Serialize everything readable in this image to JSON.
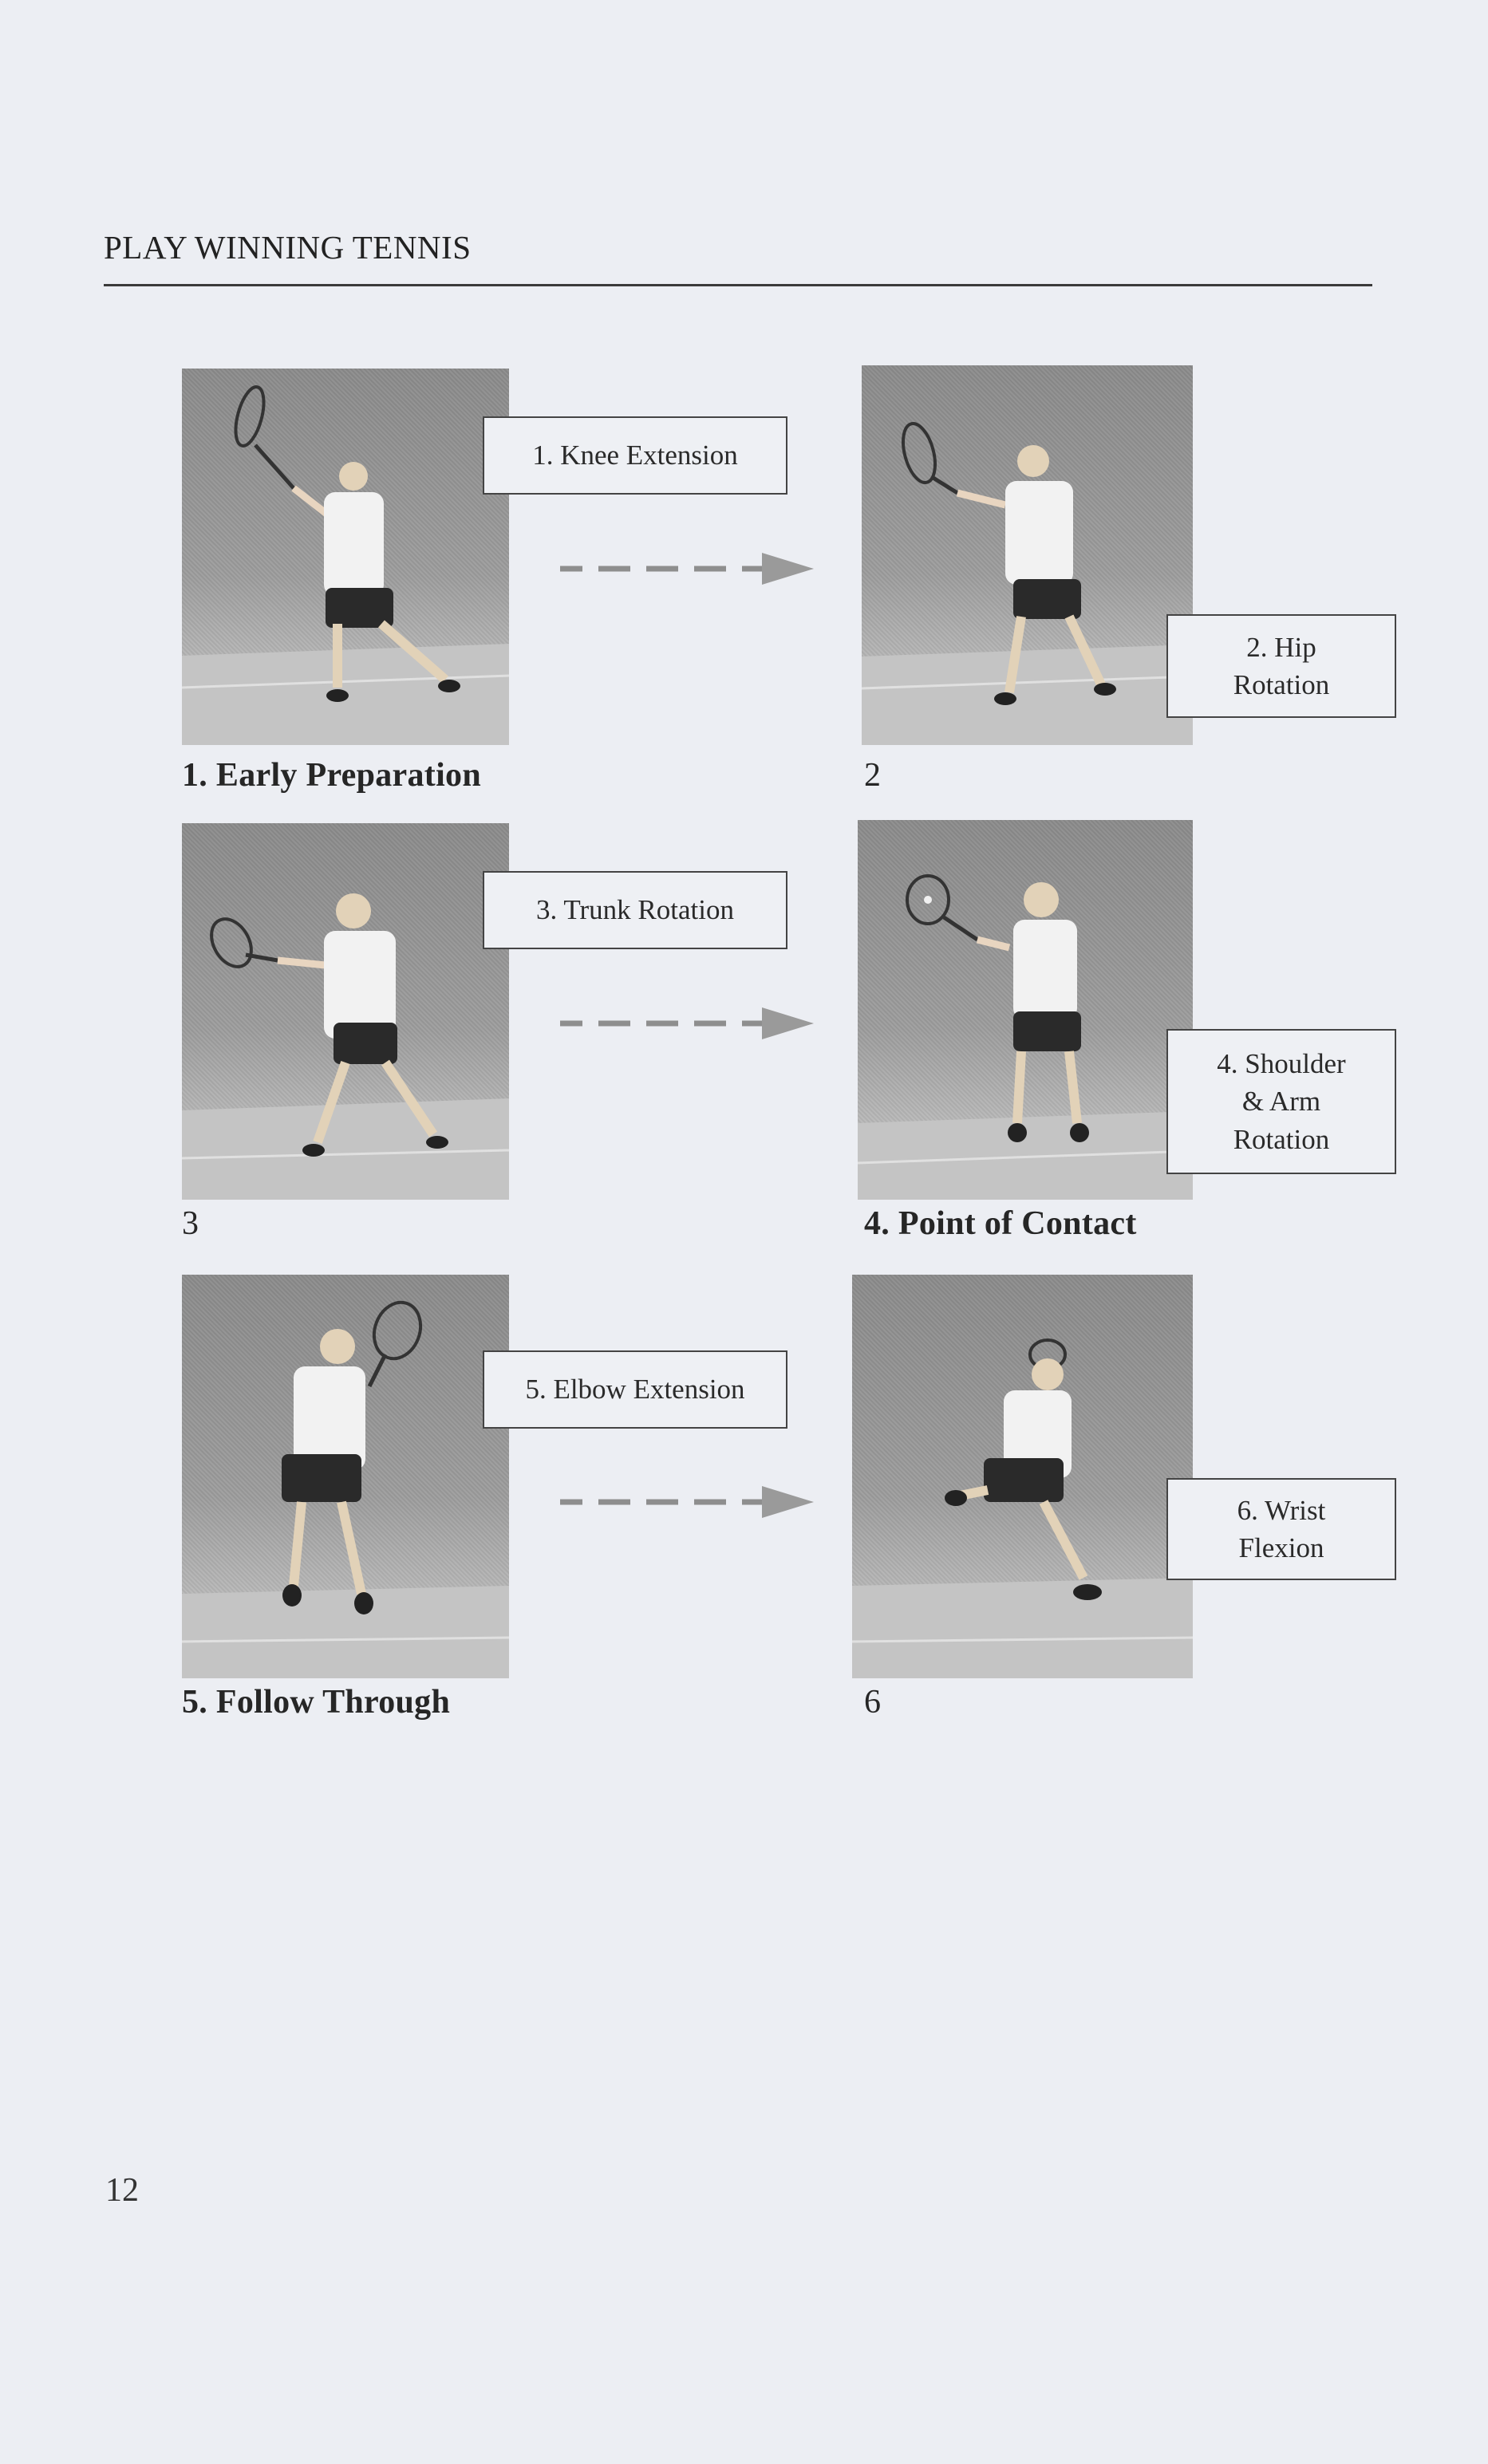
{
  "header": {
    "title": "PLAY WINNING TENNIS"
  },
  "panels": [
    {
      "caption": "1. Early Preparation",
      "label_lines": [
        "1. Knee Extension"
      ]
    },
    {
      "caption": "2",
      "label_lines": [
        "2. Hip",
        "Rotation"
      ]
    },
    {
      "caption": "3",
      "label_lines": [
        "3. Trunk Rotation"
      ]
    },
    {
      "caption": "4. Point of Contact",
      "label_lines": [
        "4. Shoulder",
        "& Arm",
        "Rotation"
      ]
    },
    {
      "caption": "5. Follow Through",
      "label_lines": [
        "5. Elbow Extension"
      ]
    },
    {
      "caption": "6",
      "label_lines": [
        "6. Wrist",
        "Flexion"
      ]
    }
  ],
  "footer": {
    "page_number": "12"
  }
}
